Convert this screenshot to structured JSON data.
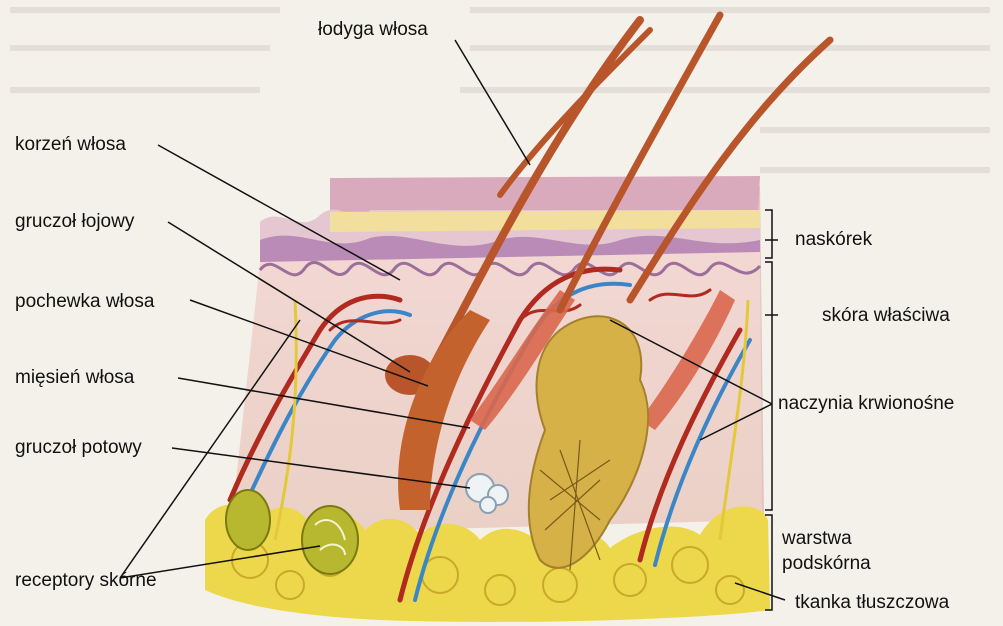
{
  "labels": {
    "lodyga": "łodyga włosa",
    "korzen": "korzeń włosa",
    "gruczol_lojowy": "gruczoł łojowy",
    "pochewka": "pochewka włosa",
    "miesien": "mięsień włosa",
    "gruczol_potowy": "gruczoł potowy",
    "receptory": "receptory skórne",
    "naskorek": "naskórek",
    "skora_wlasciwa": "skóra właściwa",
    "naczynia": "naczynia krwionośne",
    "warstwa_line1": "warstwa",
    "warstwa_line2": "podskórna",
    "tkanka": "tkanka tłuszczowa"
  },
  "colors": {
    "epidermis": "#e6cbd3",
    "epidermis_top": "#d9a9b8",
    "dermis": "#f0d9d2",
    "fat": "#ecd84a",
    "hair": "#c4622e",
    "artery": "#b02a1f",
    "vein": "#3c86c8",
    "nerve": "#e3c93a",
    "muscle": "#d9674d"
  }
}
